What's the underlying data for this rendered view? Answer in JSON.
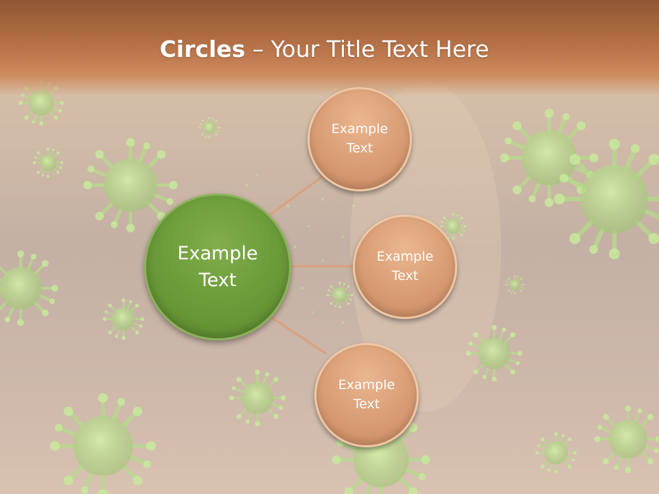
{
  "slide": {
    "title_bold": "Circles",
    "title_rest": " – Your Title Text Here",
    "colors": {
      "header": "#b06c43",
      "main_circle": "#6d9d3b",
      "sub_circle": "#d99e76",
      "connector": "#dba07a",
      "virus_decoration": "#b8e08c"
    }
  },
  "diagram": {
    "center": {
      "label": "Example\nText"
    },
    "satellites": [
      {
        "label": "Example\nText"
      },
      {
        "label": "Example\nText"
      },
      {
        "label": "Example\nText"
      }
    ]
  }
}
